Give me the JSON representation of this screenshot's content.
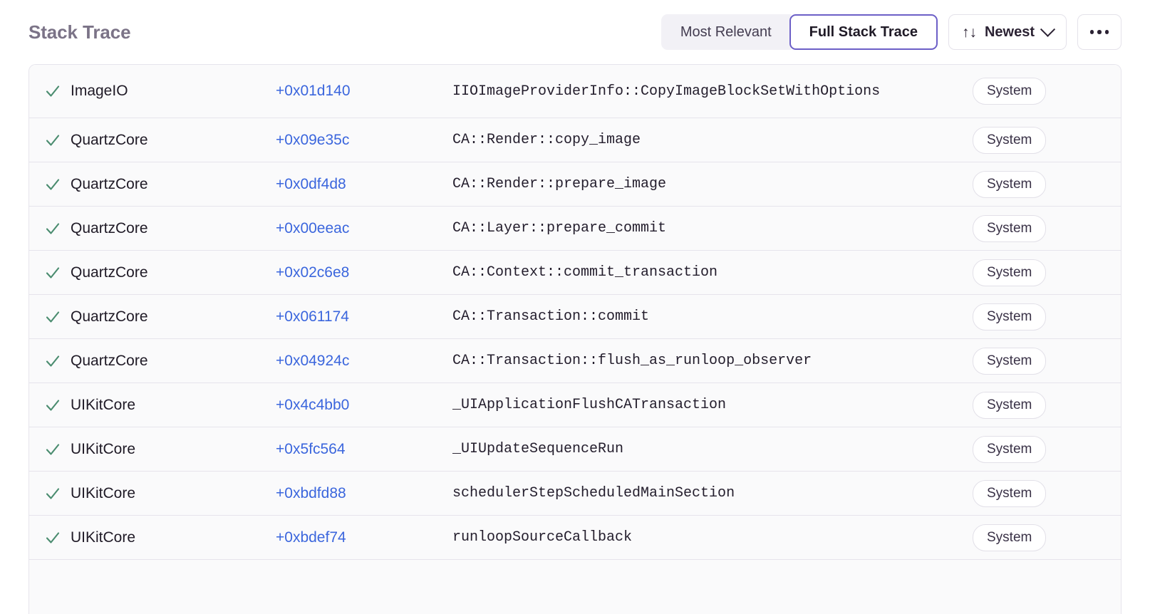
{
  "header": {
    "title": "Stack Trace",
    "segmented": {
      "options": [
        {
          "label": "Most Relevant",
          "active": false
        },
        {
          "label": "Full Stack Trace",
          "active": true
        }
      ]
    },
    "sort": {
      "icon": "sort-arrows-icon",
      "label": "Newest",
      "chevron": "chevron-down-icon"
    },
    "overflow": {
      "icon": "ellipsis-icon",
      "label": "···"
    }
  },
  "colors": {
    "accent_purple": "#6c5fc7",
    "link_blue": "#3b66dd",
    "check_green": "#4a8c6f",
    "title_gray": "#7b7387",
    "row_bg": "#fafafb",
    "divider": "#e6e4ec"
  },
  "table": {
    "rows": [
      {
        "status": "resolved-check",
        "package": "ImageIO",
        "offset": "+0x01d140",
        "function": "IIOImageProviderInfo::CopyImageBlockSetWithOptions",
        "tag": "System"
      },
      {
        "status": "resolved-check",
        "package": "QuartzCore",
        "offset": "+0x09e35c",
        "function": "CA::Render::copy_image",
        "tag": "System"
      },
      {
        "status": "resolved-check",
        "package": "QuartzCore",
        "offset": "+0x0df4d8",
        "function": "CA::Render::prepare_image",
        "tag": "System"
      },
      {
        "status": "resolved-check",
        "package": "QuartzCore",
        "offset": "+0x00eeac",
        "function": "CA::Layer::prepare_commit",
        "tag": "System"
      },
      {
        "status": "resolved-check",
        "package": "QuartzCore",
        "offset": "+0x02c6e8",
        "function": "CA::Context::commit_transaction",
        "tag": "System"
      },
      {
        "status": "resolved-check",
        "package": "QuartzCore",
        "offset": "+0x061174",
        "function": "CA::Transaction::commit",
        "tag": "System"
      },
      {
        "status": "resolved-check",
        "package": "QuartzCore",
        "offset": "+0x04924c",
        "function": "CA::Transaction::flush_as_runloop_observer",
        "tag": "System"
      },
      {
        "status": "resolved-check",
        "package": "UIKitCore",
        "offset": "+0x4c4bb0",
        "function": "_UIApplicationFlushCATransaction",
        "tag": "System"
      },
      {
        "status": "resolved-check",
        "package": "UIKitCore",
        "offset": "+0x5fc564",
        "function": "_UIUpdateSequenceRun",
        "tag": "System"
      },
      {
        "status": "resolved-check",
        "package": "UIKitCore",
        "offset": "+0xbdfd88",
        "function": "schedulerStepScheduledMainSection",
        "tag": "System"
      },
      {
        "status": "resolved-check",
        "package": "UIKitCore",
        "offset": "+0xbdef74",
        "function": "runloopSourceCallback",
        "tag": "System"
      }
    ]
  }
}
